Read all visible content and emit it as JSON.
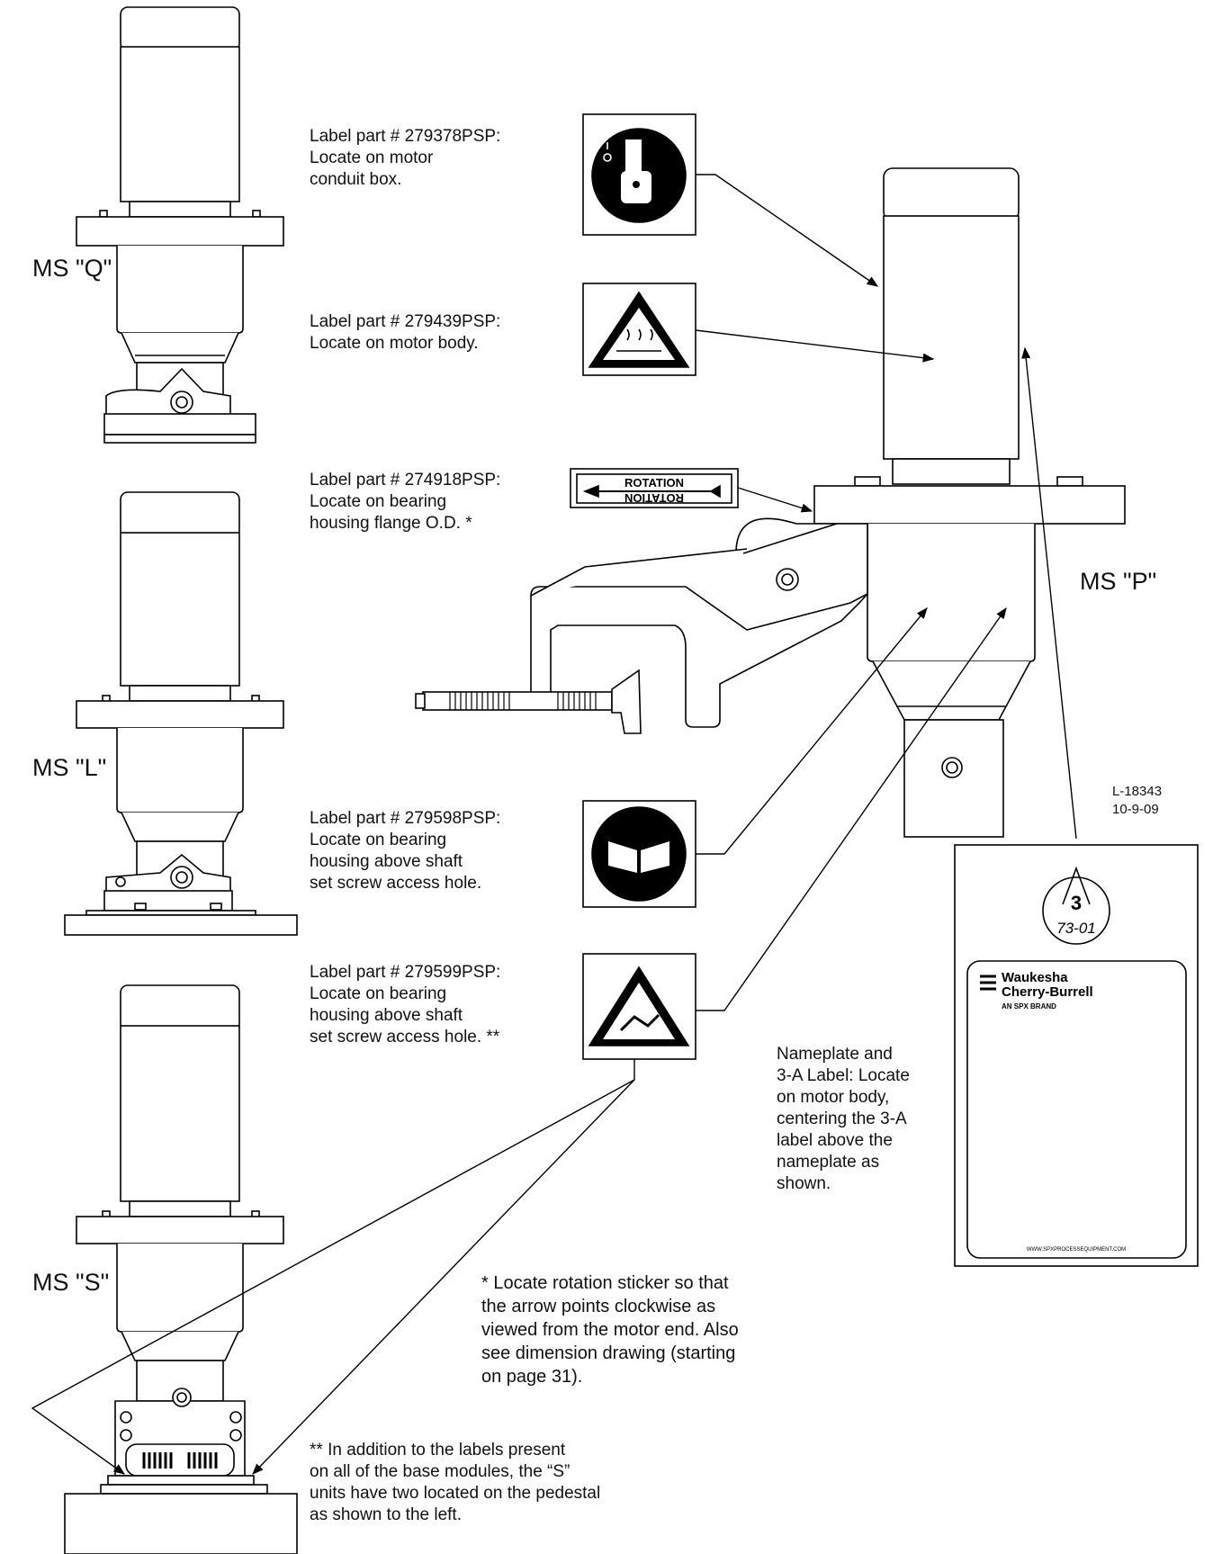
{
  "module_labels": {
    "q": "MS \"Q\"",
    "l": "MS \"L\"",
    "s": "MS \"S\"",
    "p": "MS \"P\""
  },
  "callouts": [
    {
      "lines": [
        "Label part # 279378PSP:",
        "Locate on motor",
        "conduit box."
      ],
      "icon": "lockout-icon"
    },
    {
      "lines": [
        "Label part # 279439PSP:",
        "Locate on motor body."
      ],
      "icon": "hot-surface-icon"
    },
    {
      "lines": [
        "Label part # 274918PSP:",
        "Locate on bearing",
        "housing flange O.D. *"
      ],
      "icon": "rotation-arrow-icon"
    },
    {
      "lines": [
        "Label part # 279598PSP:",
        "Locate on bearing",
        "housing above shaft",
        "set screw access hole."
      ],
      "icon": "read-manual-icon"
    },
    {
      "lines": [
        "Label part # 279599PSP:",
        "Locate on bearing",
        "housing above shaft",
        "set screw access hole. **"
      ],
      "icon": "entanglement-warning-icon"
    }
  ],
  "rotation_label": {
    "text": "ROTATION"
  },
  "drawing_id": {
    "number": "L-18343",
    "date": "10-9-09"
  },
  "nameplate_note": {
    "lines": [
      "Nameplate and",
      "3-A Label: Locate",
      "on motor body,",
      "centering the 3-A",
      "label above the",
      "nameplate as",
      "shown."
    ]
  },
  "three_a_seal": {
    "code": "73-01",
    "numeral": "3"
  },
  "nameplate": {
    "brand_line1": "Waukesha",
    "brand_line2": "Cherry-Burrell",
    "tagline": "AN SPX BRAND",
    "url": "WWW.SPXPROCESSEQUIPMENT.COM"
  },
  "footnote_rotation": {
    "lines": [
      "* Locate rotation sticker so that",
      "the arrow points clockwise as",
      "viewed from the motor end. Also",
      "see dimension drawing (starting",
      "on page 31)."
    ]
  },
  "footnote_s_units": {
    "lines": [
      "** In addition to the labels present",
      "on all of the base modules, the “S”",
      "units have two located on the pedestal",
      "as shown to the left."
    ]
  }
}
